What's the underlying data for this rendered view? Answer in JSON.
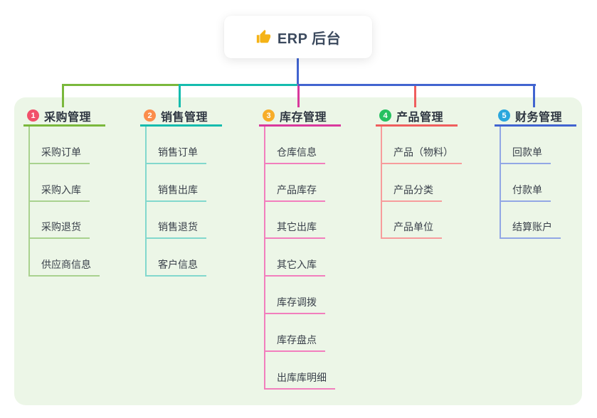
{
  "root": {
    "title": "ERP 后台",
    "icon": "thumbs-up-icon"
  },
  "colors": {
    "canvas_bg": "#ffffff",
    "panel_bg": "#ecf6e7",
    "root_connector": "#4164d0",
    "root_text": "#3c4a5e",
    "branch_text": "#2f3742",
    "child_text": "#3a414b",
    "thumb_icon": "#f5b317"
  },
  "branches": [
    {
      "number": "1",
      "label": "采购管理",
      "badge_color": "#f1506a",
      "line_color": "#7ab83c",
      "child_line_color": "#a9d28f",
      "children": [
        "采购订单",
        "采购入库",
        "采购退货",
        "供应商信息"
      ]
    },
    {
      "number": "2",
      "label": "销售管理",
      "badge_color": "#fb8d4b",
      "line_color": "#15bcae",
      "child_line_color": "#82d8cd",
      "children": [
        "销售订单",
        "销售出库",
        "销售退货",
        "客户信息"
      ]
    },
    {
      "number": "3",
      "label": "库存管理",
      "badge_color": "#f7ad29",
      "line_color": "#d9399d",
      "child_line_color": "#f27ebd",
      "children": [
        "仓库信息",
        "产品库存",
        "其它出库",
        "其它入库",
        "库存调拨",
        "库存盘点",
        "出库库明细"
      ]
    },
    {
      "number": "4",
      "label": "产品管理",
      "badge_color": "#25c160",
      "line_color": "#ef5e5e",
      "child_line_color": "#f79c9c",
      "children": [
        "产品（物料）",
        "产品分类",
        "产品单位"
      ]
    },
    {
      "number": "5",
      "label": "财务管理",
      "badge_color": "#2aa7dd",
      "line_color": "#4164d0",
      "child_line_color": "#92a7e5",
      "children": [
        "回款单",
        "付款单",
        "结算账户"
      ]
    }
  ]
}
